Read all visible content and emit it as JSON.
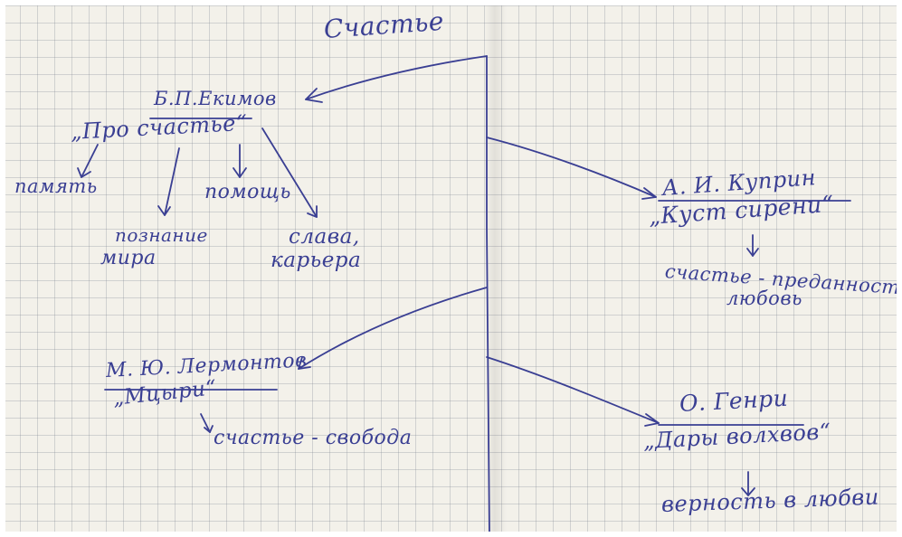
{
  "title": "Счастье",
  "branches": {
    "ekimov": {
      "author": "Б.П.Екимов",
      "work": "„Про счастье“",
      "concepts": [
        "память",
        "помощь",
        "познание",
        "мира",
        "слава,",
        "карьера"
      ]
    },
    "kuprin": {
      "author": "А. И. Куприн",
      "work": "„Куст сирени“",
      "meaning_line1": "счастье - преданность,",
      "meaning_line2": "любовь"
    },
    "lermontov": {
      "author": "М. Ю. Лермонтов",
      "work": "„Мцыри“",
      "meaning": "счастье - свобода"
    },
    "henry": {
      "author": "О. Генри",
      "work": "„Дары волхвов“",
      "meaning": "верность в любви"
    }
  },
  "colors": {
    "ink": "#3a3f93",
    "paper": "#f3f1ea",
    "grid": "#8a8f9e"
  }
}
